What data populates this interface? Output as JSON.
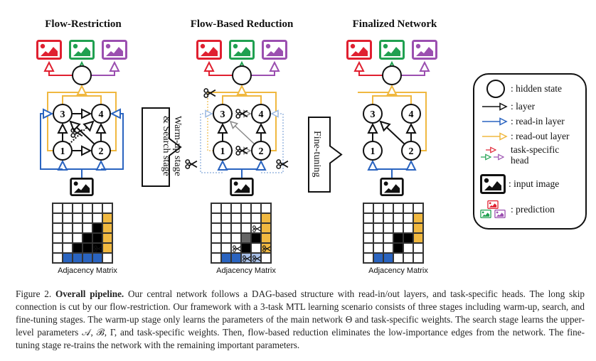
{
  "panels": [
    {
      "title": "Flow-Restriction",
      "matrix_label": "Adjacency Matrix"
    },
    {
      "title": "Flow-Based Reduction",
      "matrix_label": "Adjacency Matrix"
    },
    {
      "title": "Finalized Network",
      "matrix_label": "Adjacency Matrix"
    }
  ],
  "stage_arrows": [
    {
      "label_line1": "Warm-up stage",
      "label_line2": "& Search stage"
    },
    {
      "label_line1": "Fine-tuning",
      "label_line2": ""
    }
  ],
  "nodes": [
    "1",
    "2",
    "3",
    "4"
  ],
  "colors": {
    "task_red": "#e02030",
    "task_green": "#20a050",
    "task_purple": "#9b4fb0",
    "read_in_blue": "#2a64c0",
    "read_out_yellow": "#f0b840",
    "layer_black": "#111111",
    "pruned_gray": "#888888"
  },
  "legend": {
    "items": [
      {
        "icon": "hidden-state-circle",
        "label": ": hidden state"
      },
      {
        "icon": "black-arrow",
        "label": ": layer"
      },
      {
        "icon": "blue-arrow",
        "label": ": read-in layer"
      },
      {
        "icon": "yellow-arrow",
        "label": ": read-out layer"
      },
      {
        "icon": "task-head-arrows",
        "label_line1": "task-specific",
        "label_line2": "head"
      },
      {
        "icon": "input-image",
        "label": ": input image"
      },
      {
        "icon": "prediction-images",
        "label": ": prediction"
      }
    ]
  },
  "matrices": [
    [
      [
        "w",
        "w",
        "w",
        "w",
        "w",
        "w"
      ],
      [
        "w",
        "w",
        "w",
        "w",
        "w",
        "y"
      ],
      [
        "w",
        "w",
        "w",
        "w",
        "k",
        "y"
      ],
      [
        "w",
        "w",
        "w",
        "k",
        "k",
        "y"
      ],
      [
        "w",
        "w",
        "k",
        "k",
        "ks",
        "y"
      ],
      [
        "w",
        "b",
        "b",
        "b",
        "b",
        "w"
      ]
    ],
    [
      [
        "w",
        "w",
        "w",
        "w",
        "w",
        "w"
      ],
      [
        "w",
        "w",
        "w",
        "w",
        "w",
        "y"
      ],
      [
        "w",
        "w",
        "w",
        "w",
        "ws",
        "y"
      ],
      [
        "w",
        "w",
        "w",
        "g",
        "k",
        "y"
      ],
      [
        "w",
        "w",
        "ws",
        "k",
        "w",
        "ys"
      ],
      [
        "w",
        "b",
        "b",
        "lbs",
        "lbs",
        "w"
      ]
    ],
    [
      [
        "w",
        "w",
        "w",
        "w",
        "w",
        "w"
      ],
      [
        "w",
        "w",
        "w",
        "w",
        "w",
        "y"
      ],
      [
        "w",
        "w",
        "w",
        "w",
        "w",
        "y"
      ],
      [
        "w",
        "w",
        "w",
        "k",
        "k",
        "y"
      ],
      [
        "w",
        "w",
        "w",
        "k",
        "w",
        "w"
      ],
      [
        "w",
        "b",
        "b",
        "w",
        "w",
        "w"
      ]
    ]
  ],
  "caption": {
    "figure_label": "Figure 2.",
    "bold_title": "Overall pipeline.",
    "text": "Our central network follows a DAG-based structure with read-in/out layers, and task-specific heads. The long skip connection is cut by our flow-restriction. Our framework with a 3-task MTL learning scenario consists of three stages including warm-up, search, and fine-tuning stages. The warm-up stage only learns the parameters of the main network Θ and task-specific weights. The search stage learns the upper-level parameters 𝒜, ℬ, Γ, and task-specific weights. Then, flow-based reduction eliminates the low-importance edges from the network. The fine-tuning stage re-trains the network with the remaining important parameters."
  }
}
